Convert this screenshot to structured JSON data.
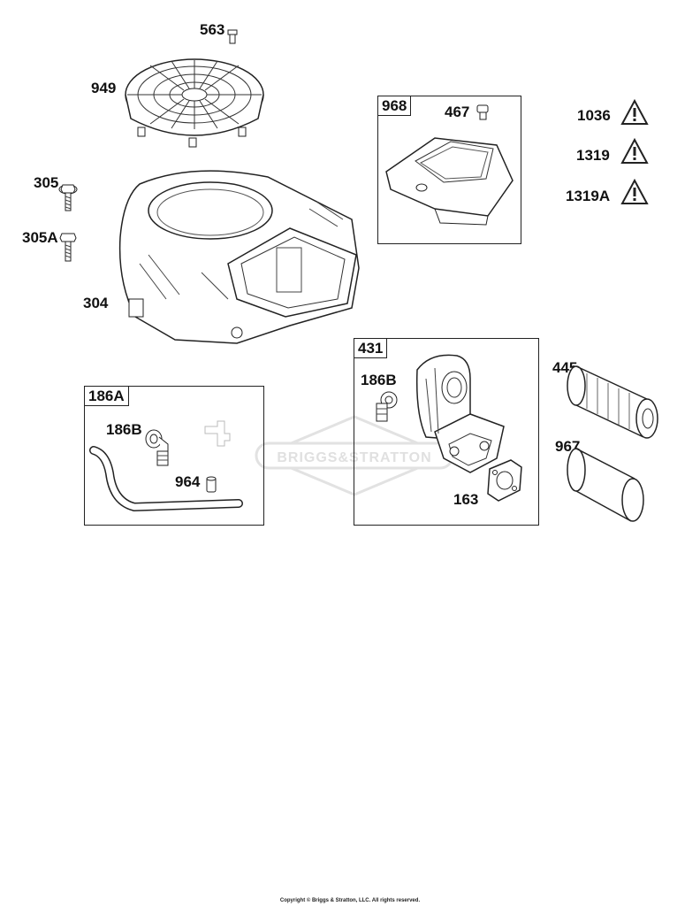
{
  "parts": {
    "p563": "563",
    "p949": "949",
    "p305": "305",
    "p305A": "305A",
    "p304": "304",
    "p968": "968",
    "p467": "467",
    "p1036": "1036",
    "p1319": "1319",
    "p1319A": "1319A",
    "p186A": "186A",
    "p186B_left": "186B",
    "p964": "964",
    "p431": "431",
    "p186B_right": "186B",
    "p163": "163",
    "p445": "445",
    "p967": "967"
  },
  "watermark": "BRIGGS&STRATTON",
  "copyright": "Copyright © Briggs & Stratton, LLC. All rights reserved."
}
